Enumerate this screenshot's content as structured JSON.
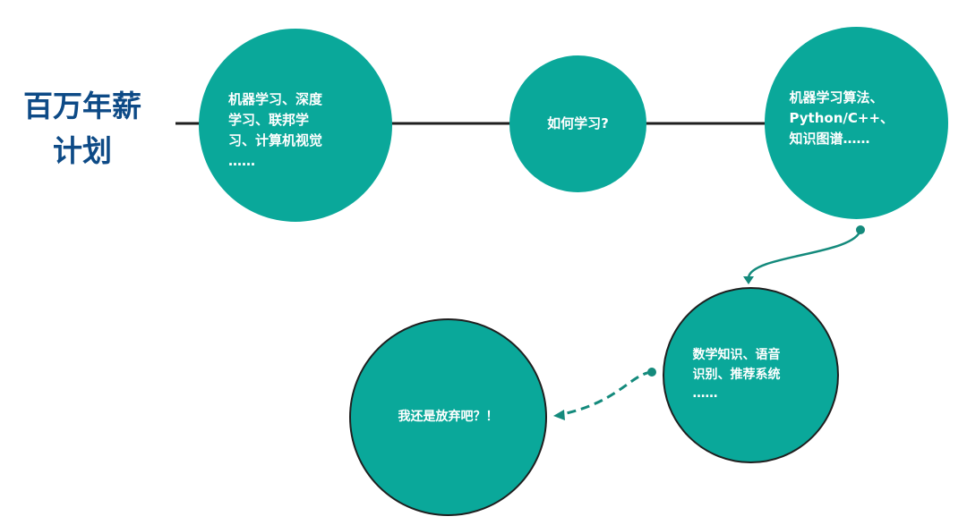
{
  "title": {
    "line1": "百万年薪",
    "line2": "计划"
  },
  "nodes": [
    {
      "id": "topics",
      "label": "机器学习、深度\n学习、联邦学\n习、计算机视觉\n……"
    },
    {
      "id": "how",
      "label": "如何学习?"
    },
    {
      "id": "requirements",
      "label": "机器学习算法、\nPython/C++、\n知识图谱……"
    },
    {
      "id": "more",
      "label": "数学知识、语音\n识别、推荐系统\n……"
    },
    {
      "id": "giveup",
      "label": "我还是放弃吧？！"
    }
  ],
  "colors": {
    "title": "#0d4a86",
    "node_fill": "#0aa89a",
    "connector": "#1f1f1f",
    "arrow": "#148a7c"
  }
}
